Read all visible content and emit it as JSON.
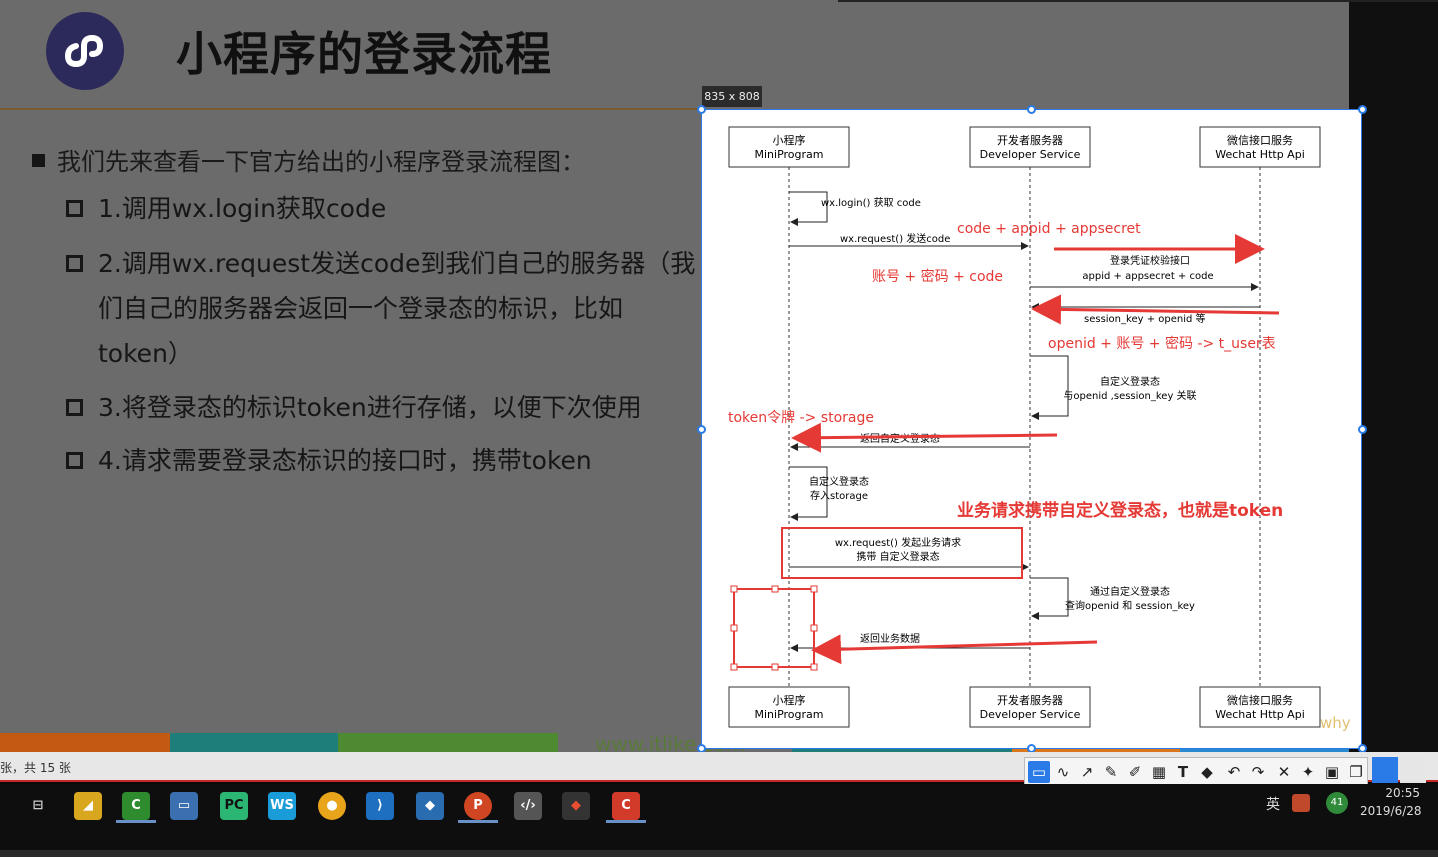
{
  "slide": {
    "title": "小程序的登录流程",
    "bullet_main": "我们先来查看一下官方给出的小程序登录流程图：",
    "steps": [
      "1.调用wx.login获取code",
      "2.调用wx.request发送code到我们自己的服务器（我们自己的服务器会返回一个登录态的标识，比如token）",
      "3.将登录态的标识token进行存储，以便下次使用",
      "4.请求需要登录态标识的接口时，携带token"
    ],
    "watermark": "www.itlike.com",
    "bar_colors": [
      "#c25a14",
      "#1e7f7a",
      "#4e8a32",
      "#1e7f7a",
      "#d9771a",
      "#2a8ad0"
    ]
  },
  "capture": {
    "size_label": "835 x 808"
  },
  "diagram": {
    "actors": [
      {
        "cn": "小程序",
        "en": "MiniProgram"
      },
      {
        "cn": "开发者服务器",
        "en": "Developer Service"
      },
      {
        "cn": "微信接口服务",
        "en": "Wechat Http Api"
      }
    ],
    "messages": {
      "m1": "wx.login() 获取 code",
      "m2": "wx.request() 发送code",
      "m3a": "登录凭证校验接口",
      "m3b": "appid + appsecret + code",
      "m4": "session_key + openid 等",
      "m5a": "自定义登录态",
      "m5b": "与openid ,session_key 关联",
      "m6": "返回自定义登录态",
      "m7a": "自定义登录态",
      "m7b": "存入storage",
      "m8a": "wx.request() 发起业务请求",
      "m8b": "携带 自定义登录态",
      "m9a": "通过自定义登录态",
      "m9b": "查询openid 和 session_key",
      "m10": "返回业务数据"
    },
    "annotations": {
      "a1": "code + appid + appsecret",
      "a2": "账号 + 密码 + code",
      "a3": "openid + 账号 + 密码 -> t_user表",
      "a4": "token令牌 -> storage",
      "a5": "业务请求携带自定义登录态，也就是token"
    },
    "annotation_color": "#e53935",
    "corner_text": "why"
  },
  "status": {
    "slide_count": "张，共 15 张"
  },
  "toolbar": {
    "icons": [
      "select-icon",
      "curve-icon",
      "arrow-icon",
      "pencil-icon",
      "highlighter-icon",
      "mosaic-icon",
      "text-icon",
      "eraser-icon",
      "undo-icon",
      "redo-icon",
      "close-icon",
      "pin-icon",
      "save-icon",
      "copy-icon"
    ],
    "text_tool": "T",
    "active_color": "#e53935"
  },
  "taskbar": {
    "apps": [
      "task-view",
      "sticky-notes",
      "camtasia",
      "file-explorer",
      "pycharm",
      "webstorm",
      "chrome",
      "vscode",
      "sourcetree",
      "powerpoint",
      "devtools",
      "git",
      "recorder"
    ],
    "tray_lang": "英",
    "tray_badge": "41",
    "time": "20:55",
    "date": "2019/6/28"
  }
}
